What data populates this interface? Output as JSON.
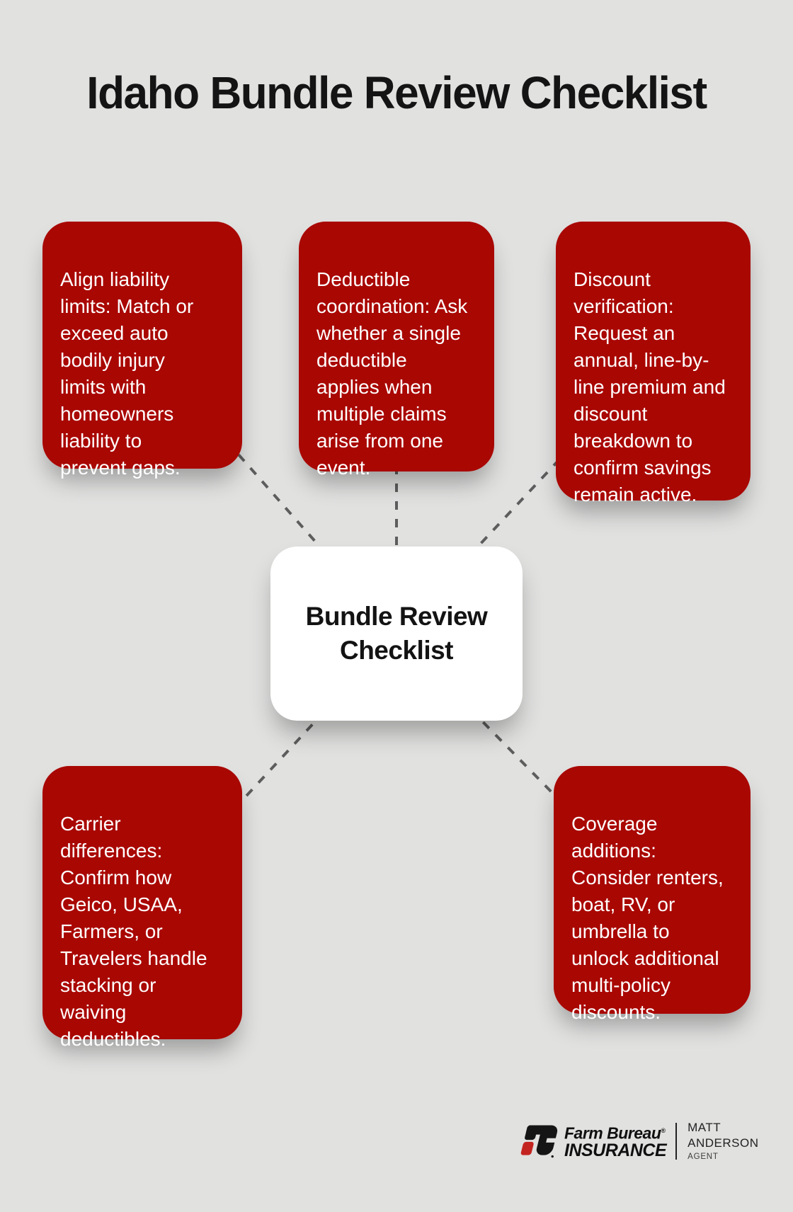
{
  "page": {
    "title": "Idaho Bundle Review Checklist",
    "background_color": "#e1e1e0",
    "node_color": "#a90702",
    "connector_color": "#5d5d5d"
  },
  "center": {
    "label": "Bundle Review\nChecklist"
  },
  "nodes": [
    {
      "id": "align-liability-limits",
      "text": "Align liability\nlimits: Match or\nexceed auto\nbodily injury\nlimits with\nhomeowners\nliability to\nprevent gaps."
    },
    {
      "id": "deductible-coordination",
      "text": "Deductible\ncoordination: Ask\nwhether a single\ndeductible\napplies when\nmultiple claims\narise from one\nevent."
    },
    {
      "id": "discount-verification",
      "text": "Discount\nverification:\nRequest an\nannual, line-by-\nline premium and\ndiscount\nbreakdown to\nconfirm savings\nremain active."
    },
    {
      "id": "carrier-differences",
      "text": "Carrier\ndifferences:\nConfirm how\nGeico, USAA,\nFarmers, or\nTravelers handle\nstacking or\nwaiving\ndeductibles."
    },
    {
      "id": "coverage-additions",
      "text": "Coverage\nadditions:\nConsider renters,\nboat, RV, or\numbrella to\nunlock additional\nmulti-policy\ndiscounts."
    }
  ],
  "footer": {
    "brand_line1": "Farm Bureau",
    "brand_registered": "®",
    "brand_line2": "INSURANCE",
    "agent_name_line1": "MATT",
    "agent_name_line2": "ANDERSON",
    "agent_role": "AGENT"
  }
}
